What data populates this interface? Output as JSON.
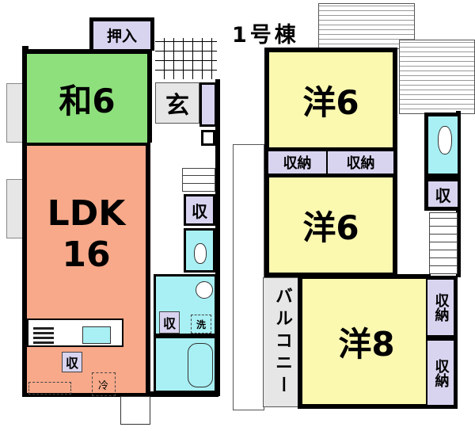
{
  "title": "1号棟",
  "colors": {
    "washitsu": "#8ee07c",
    "ldk": "#f7a98a",
    "youshitsu": "#fbf8b0",
    "storage": "#d8d4f0",
    "water": "#a8f0f4",
    "balcony": "#e6e6e6",
    "genkan": "#e6e6e6"
  },
  "floor1": {
    "washitsu": {
      "label": "和6"
    },
    "oshiire": {
      "label": "押入"
    },
    "genkan": {
      "label": "玄"
    },
    "ldk": {
      "line1": "LDK",
      "line2": "16"
    },
    "storage_hall": {
      "label": "収"
    },
    "storage_kitchen": {
      "label": "収"
    },
    "storage_wash": {
      "label": "収"
    },
    "washer": {
      "label": "洗"
    },
    "fridge": {
      "label": "冷"
    }
  },
  "floor2": {
    "youshitsu_a": {
      "label": "洋6"
    },
    "youshitsu_b": {
      "label": "洋6"
    },
    "youshitsu_c": {
      "label": "洋8"
    },
    "closet_1": {
      "label": "収納"
    },
    "closet_2": {
      "label": "収納"
    },
    "closet_3": {
      "label": "収納"
    },
    "closet_4": {
      "label": "収納"
    },
    "storage_hall": {
      "label": "収"
    },
    "balcony": {
      "label": "バルコニー"
    }
  }
}
